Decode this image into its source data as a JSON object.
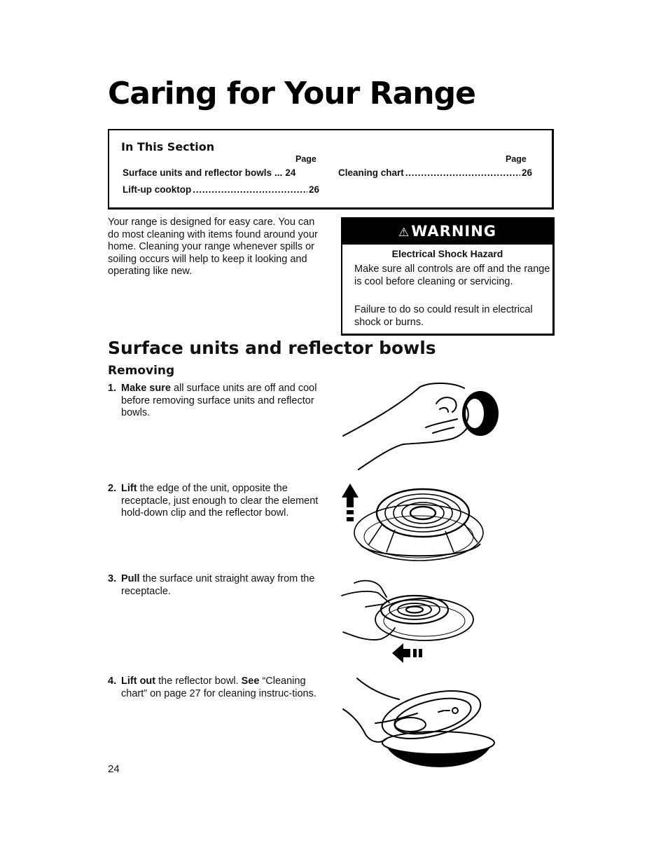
{
  "page": {
    "title": "Caring for Your Range",
    "page_number": "24"
  },
  "toc": {
    "heading": "In This Section",
    "page_header": "Page",
    "left": [
      {
        "label": "Surface units and reflector bowls",
        "dots": "...",
        "page": "24"
      },
      {
        "label": "Lift-up cooktop",
        "page": "26"
      }
    ],
    "right": [
      {
        "label": "Cleaning chart",
        "page": "26"
      }
    ]
  },
  "intro": {
    "text": "Your range is designed for easy care. You can do most cleaning with items found around your home. Cleaning your range whenever spills or soiling occurs will help to keep it looking and operating like new."
  },
  "warning": {
    "symbol": "⚠",
    "banner": "WARNING",
    "hazard": "Electrical Shock Hazard",
    "p1": "Make sure all controls are off and the range is cool before cleaning or servicing.",
    "p2": "Failure to do so could result in electrical shock or burns."
  },
  "section": {
    "heading": "Surface units and reflector bowls",
    "subheading": "Removing",
    "steps": [
      {
        "num": "1.",
        "bold": "Make sure",
        "text": " all surface units are off and cool before removing surface units and reflector bowls."
      },
      {
        "num": "2.",
        "bold": "Lift",
        "text": " the edge of the unit, opposite the receptacle, just enough to clear the element hold-down clip and the reflector bowl."
      },
      {
        "num": "3.",
        "bold": "Pull",
        "text": " the surface unit straight away from the receptacle."
      },
      {
        "num": "4.",
        "bold": "Lift out",
        "text": " the reflector bowl. ",
        "bold2": "See",
        "text2": " “Cleaning chart” on page 27 for cleaning instruc-tions."
      }
    ]
  },
  "illustrations": [
    {
      "icon": "hand-turning-control-knob-illustration"
    },
    {
      "icon": "lift-surface-unit-illustration"
    },
    {
      "icon": "pull-surface-unit-illustration"
    },
    {
      "icon": "lift-out-reflector-bowl-illustration"
    }
  ]
}
